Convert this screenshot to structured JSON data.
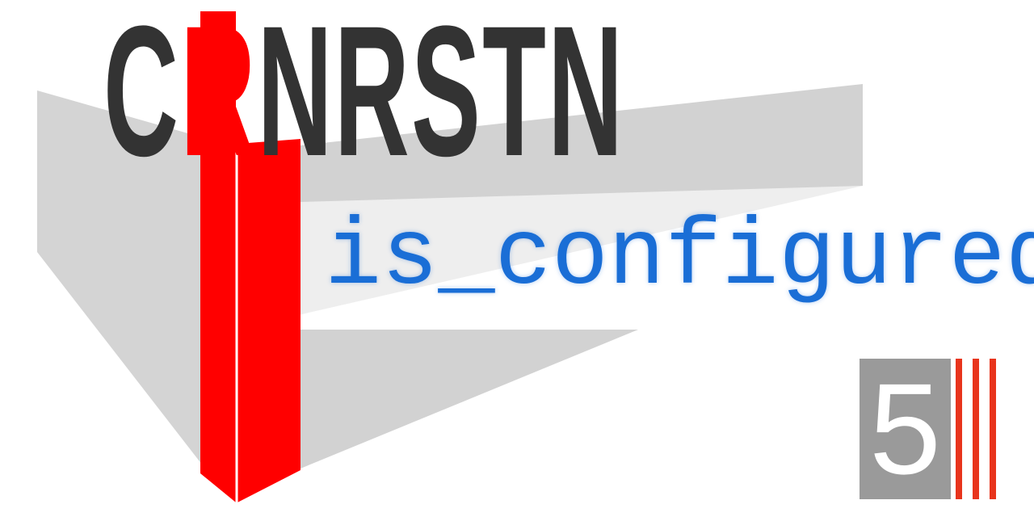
{
  "logo": {
    "title_prefix": "C",
    "title_accent": "R",
    "title_suffix": "NRSTN",
    "subtitle": "is_configured",
    "badge_number": "5"
  },
  "colors": {
    "title": "#333333",
    "accent": "#ff0000",
    "subtitle": "#1a6ed6",
    "badge_bg": "#9a9a9a",
    "badge_stripes": "#e8341c",
    "panel_light": "#eeeeee",
    "panel_mid": "#d4d4d4"
  }
}
